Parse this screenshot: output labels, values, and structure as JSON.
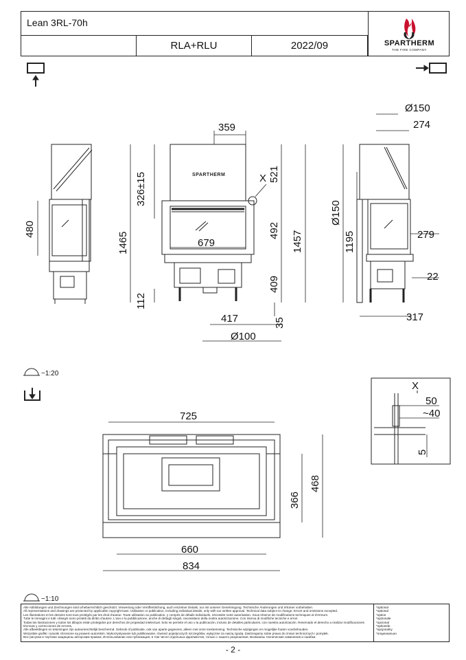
{
  "title_block": {
    "model": "Lean 3RL-70h",
    "variant": "RLA+RLU",
    "date": "2022/09",
    "brand": "SPARTHERM",
    "tagline": "THE FIRE COMPANY"
  },
  "dimensions": {
    "d359": "359",
    "d326": "326±15",
    "d521": "521",
    "d1465": "1465",
    "d1457": "1457",
    "d480": "480",
    "d492": "492",
    "d679": "679",
    "d409": "409",
    "d112": "112",
    "d417": "417",
    "d35": "35",
    "d100": "Ø100",
    "d150a": "Ø150",
    "d274": "274",
    "d150b": "Ø150",
    "d1195": "1195",
    "d279": "279",
    "d22": "22",
    "d317": "317",
    "d725": "725",
    "d366": "366",
    "d468": "468",
    "d660": "660",
    "d834": "834",
    "detail_x": "X",
    "d50": "50",
    "d40": "~40",
    "d5": "5"
  },
  "labels": {
    "callout_x": "X",
    "scale1": "~1:20",
    "scale2": "~1:10",
    "door_brand": "SPARTHERM"
  },
  "footer": {
    "legal": [
      "Alle Abbildungen und Zeichnungen sind urheberrechtlich geschützt. Verwertung oder Veröffentlichung, auch einzelner Details, nur mit unserer Genehmigung. Technische Änderungen und Irrtümer vorbehalten.",
      "All representations and drawings are protected by applicable copyright laws. Utilisation or publication, including individual details, only with our written approval. Technical data subject to change. Errors and omissions excepted.",
      "Les illustrations et les dessins sont tous protégés par les droit d'auteur. Toute utilisation ou publication, y compris de détails individuels, nécessite notre autorisation. Sous réserve de modifications techniques et d'erreurs.",
      "Tutte le immagini e tutti i disegni sono protetti da diritto d'autore. L'uso e la pubblicazione, anche di dettagli singoli, necessitano della nostra autorizzazione. Con riserva di modifiche tecniche e errori.",
      "Todas las ilustraciones y todos los dibujos están protegidos por derechos de propiedad intelectual. Solo se permite el uso o la publicación, incluso de detalles particulares, con nuestra autorización. Reservado el derecho a realizar modificaciones técnicas y correcciones de errores.",
      "Alle afbeeldingen en tekeningen zijn auteursrechtelijk beschermd. Gebruik of publicatie, ook van aparte gegevens, alleen met onze toestemming. Technische wijzigingen en mogelijke fouten voorbehouden.",
      "Wszystkie grafiki i rysunki chronione są prawem autorskim. Wykorzystywanie lub publikowanie, również pojedynczych szczegółów, wyłącznie za naszą zgodą. Zastrzegamy sobie prawo do zmian technicznych i pomyłek.",
      "Все рисунки и чертежи защищены авторским правом. Использование или публикация, в том числе отдельных фрагментов, только с нашего разрешения. Возможны технические изменения и ошибки."
    ],
    "options": [
      "*optional",
      "*optional",
      "*option",
      "*opzionale",
      "*opcional",
      "*optionele",
      "*opcjonalny",
      "*опционально"
    ]
  },
  "page_number": "- 2 -"
}
